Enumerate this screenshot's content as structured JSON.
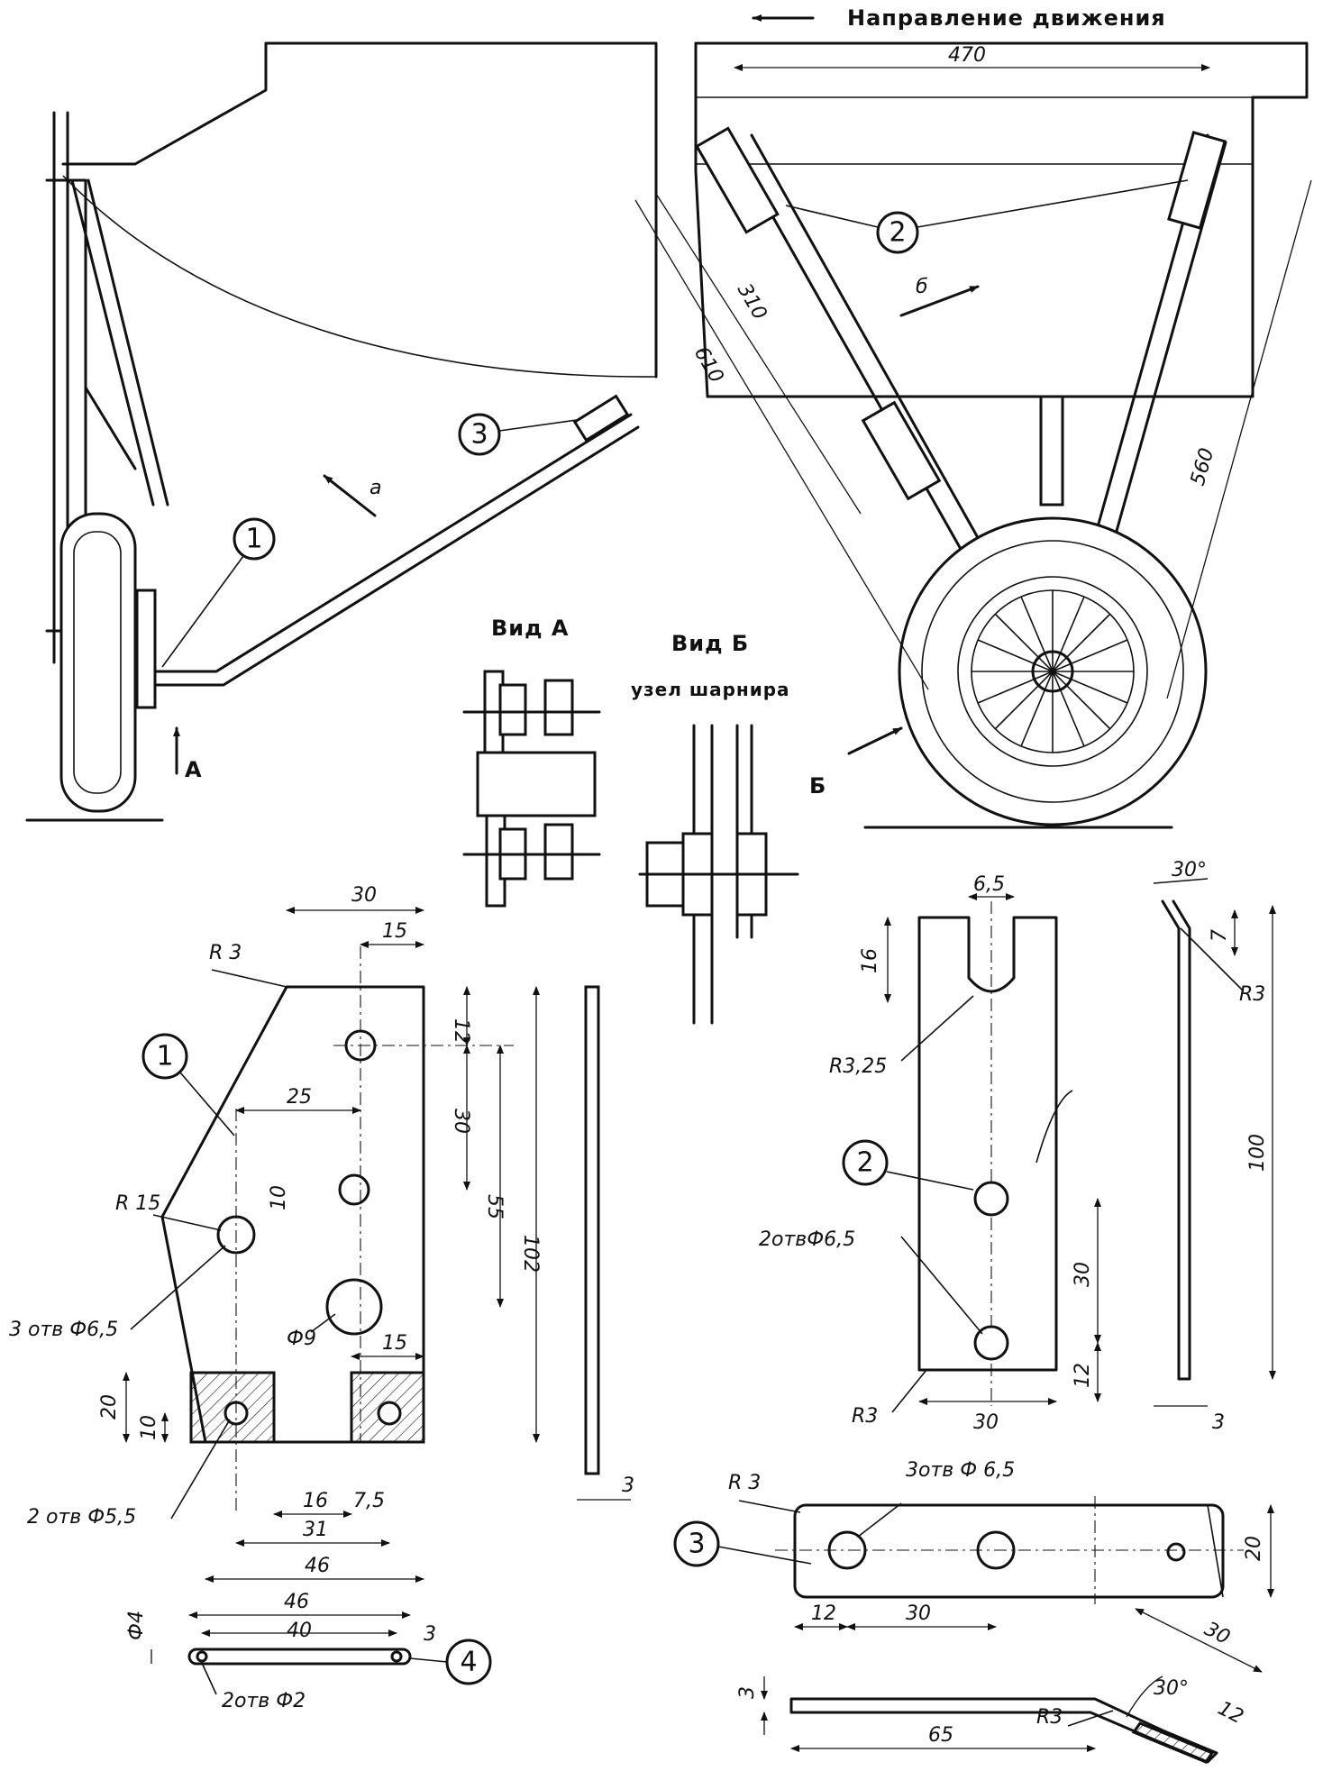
{
  "header": {
    "direction_label": "Направление движения"
  },
  "views": {
    "view_a": "Вид А",
    "view_b": "Вид Б",
    "hinge_node": "узел шарнира",
    "arrow_a": "А",
    "arrow_b": "Б",
    "force_a": "а",
    "force_b": "б"
  },
  "callouts": {
    "c1": "1",
    "c2": "2",
    "c3": "3",
    "c4": "4"
  },
  "top_dims": {
    "d470": "470",
    "d310": "310",
    "d610": "610",
    "d560": "560"
  },
  "part1": {
    "r3": "R 3",
    "d30": "30",
    "d15": "15",
    "d12": "12",
    "d25": "25",
    "d30b": "30",
    "d55": "55",
    "d102": "102",
    "r15": "R 15",
    "d10": "10",
    "holes": "3 отв Ф6,5",
    "phi9": "Ф9",
    "d15b": "15",
    "d20": "20",
    "d10b": "10",
    "d16": "16",
    "d7_5": "7,5",
    "d31": "31",
    "holes2": "2 отв Ф5,5",
    "d46": "46",
    "d3": "3"
  },
  "part4": {
    "phi4": "Ф4",
    "d46": "46",
    "d40": "40",
    "d3": "3",
    "holes": "2отв Ф2"
  },
  "part2": {
    "d6_5": "6,5",
    "d16": "16",
    "r3_25": "R3,25",
    "holes": "2отвФ6,5",
    "d30": "30",
    "d12": "12",
    "r3": "R3",
    "d30w": "30",
    "a30": "30°",
    "d7": "7",
    "r3b": "R3",
    "d100": "100",
    "d3": "3"
  },
  "part3": {
    "r3": "R 3",
    "holes": "3отв Ф 6,5",
    "d20": "20",
    "d12": "12",
    "d30": "30",
    "d3": "3",
    "d65": "65",
    "r3b": "R3",
    "a30": "30°",
    "d30b": "30",
    "d12b": "12"
  }
}
